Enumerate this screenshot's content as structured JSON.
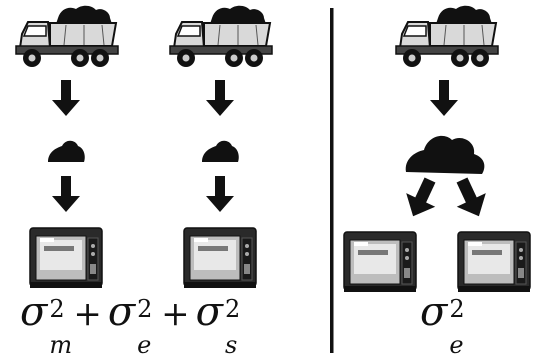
{
  "diagram": {
    "left_formula": {
      "terms": [
        {
          "symbol": "σ",
          "superscript": "2",
          "subscript": "m"
        },
        {
          "symbol": "σ",
          "superscript": "2",
          "subscript": "e"
        },
        {
          "symbol": "σ",
          "superscript": "2",
          "subscript": "s"
        }
      ],
      "operators": [
        "+",
        "+"
      ]
    },
    "right_formula": {
      "symbol": "σ",
      "superscript": "2",
      "subscript": "e"
    },
    "colors": {
      "ink": "#111111",
      "truck_body": "#d9d9d9",
      "instrument_body": "#2a2a2a",
      "instrument_panel": "#cfcfcf"
    },
    "icons": [
      "dump-truck-icon",
      "coal-pile-icon",
      "arrow-down-icon",
      "lab-instrument-icon",
      "divider-line"
    ]
  }
}
